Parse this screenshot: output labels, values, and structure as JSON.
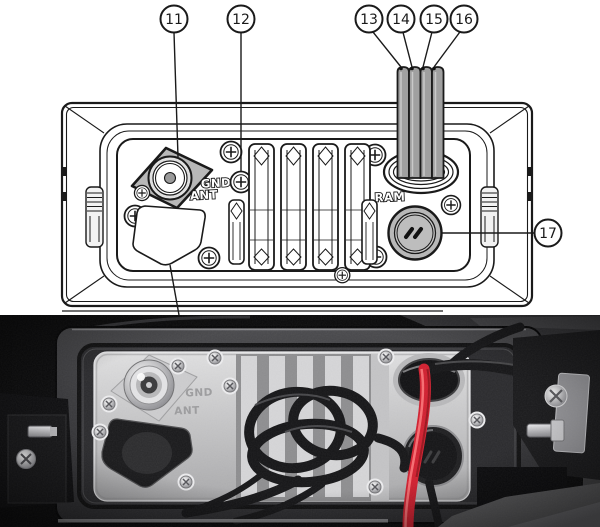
{
  "callouts": [
    {
      "num": "11"
    },
    {
      "num": "12"
    },
    {
      "num": "13"
    },
    {
      "num": "14"
    },
    {
      "num": "15"
    },
    {
      "num": "16"
    },
    {
      "num": "17"
    }
  ],
  "diagram_labels": {
    "gnd": "GND",
    "ant": "ANT",
    "ram": "RAM"
  },
  "photo_labels": {
    "gnd": "GND",
    "ant": "ANT"
  },
  "icons": {
    "ram_cap_icon": "double-chevron",
    "screw_icon": "phillips-cross"
  },
  "colors": {
    "diagram_line": "#1a1a1a",
    "diagram_cable_gray": "#a0a0a0",
    "photo_panel_silver": "#c6c6c8",
    "photo_body_charcoal": "#39393c",
    "photo_red_cable": "#d21f2f",
    "photo_black_cable": "#151517"
  }
}
